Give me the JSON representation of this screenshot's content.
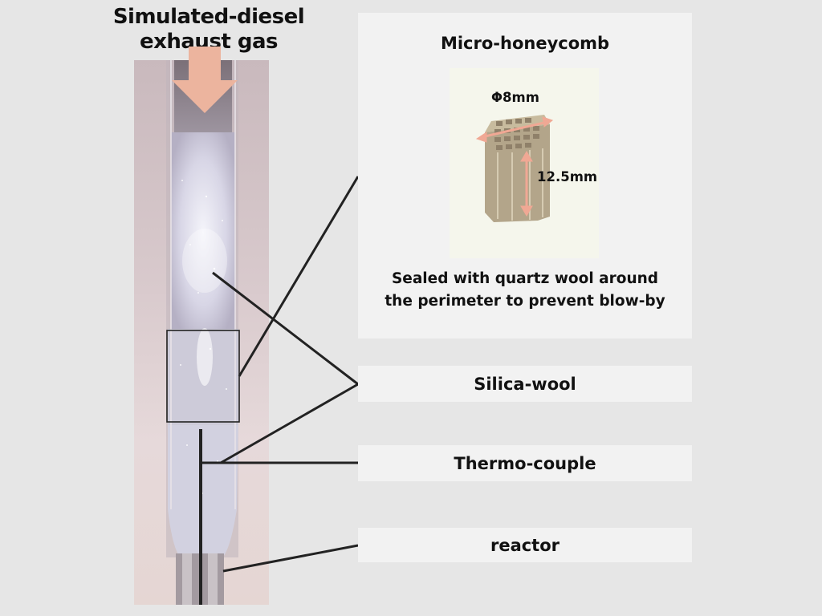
{
  "title": {
    "line1": "Simulated-diesel",
    "line2": "exhaust gas"
  },
  "reactor_photo": {
    "description": "Quartz tube reactor packed with silica wool, with micro-honeycomb inside highlighted box and thermocouple inserted from bottom",
    "flow_arrow_color": "#ecb49e",
    "highlight_box": "micro-honeycomb-position"
  },
  "micro_honeycomb_panel": {
    "title": "Micro-honeycomb",
    "dimensions": {
      "diameter": "Φ8mm",
      "length": "12.5mm"
    },
    "description_line1": "Sealed with quartz wool around",
    "description_line2": "the perimeter to prevent blow-by"
  },
  "labels": {
    "silica_wool": "Silica-wool",
    "thermocouple": "Thermo-couple",
    "reactor": "reactor"
  },
  "colors": {
    "background": "#e6e6e6",
    "panel": "#f2f2f2",
    "line": "#222222",
    "arrow": "#ecb49e"
  }
}
